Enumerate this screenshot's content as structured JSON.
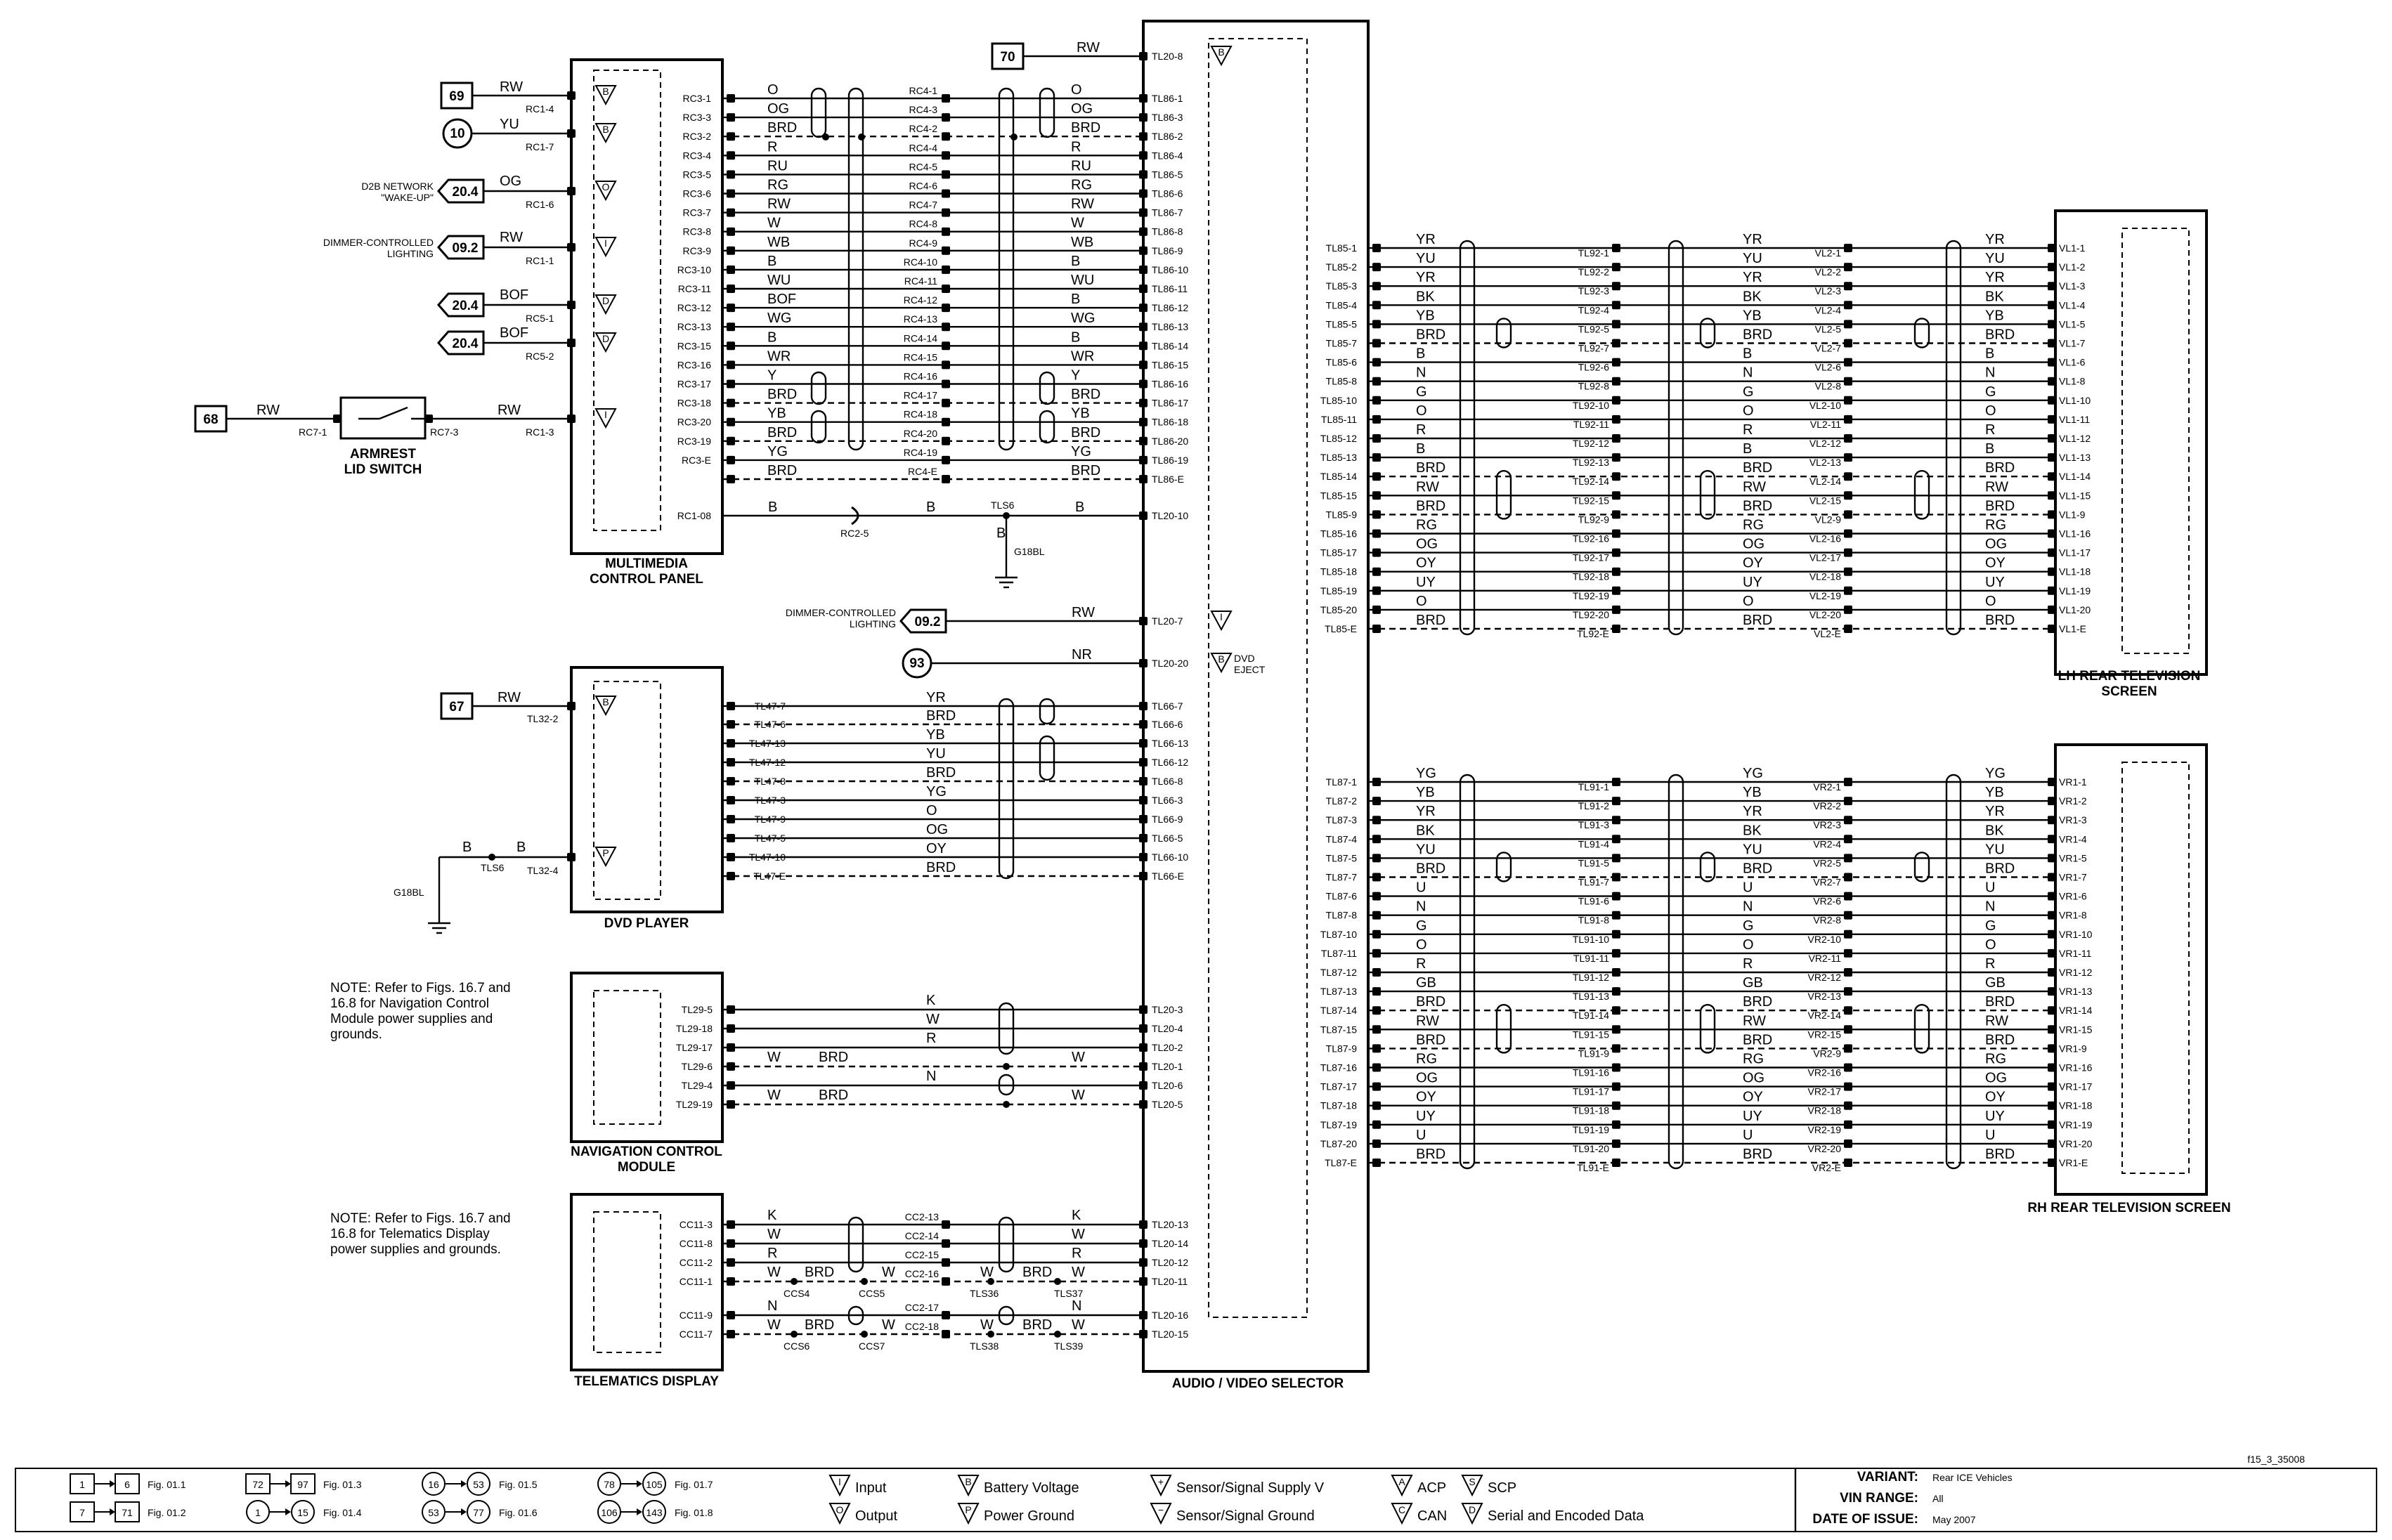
{
  "footer_code": "f15_3_35008",
  "modules": {
    "mcp": {
      "title": [
        "MULTIMEDIA",
        "CONTROL PANEL"
      ]
    },
    "dvd": {
      "title": [
        "DVD PLAYER"
      ]
    },
    "nav": {
      "title": [
        "NAVIGATION CONTROL",
        "MODULE"
      ]
    },
    "tel": {
      "title": [
        "TELEMATICS DISPLAY"
      ]
    },
    "avs": {
      "title": [
        "AUDIO / VIDEO SELECTOR"
      ]
    },
    "lh": {
      "title": [
        "LH REAR TELEVISION",
        "SCREEN"
      ]
    },
    "rh": {
      "title": [
        "RH REAR TELEVISION SCREEN"
      ]
    }
  },
  "switch_label": [
    "ARMREST",
    "LID SWITCH"
  ],
  "notes": {
    "nav": [
      "NOTE: Refer to Figs. 16.7 and",
      "16.8 for Navigation Control",
      "Module power supplies and",
      "grounds."
    ],
    "tel": [
      "NOTE: Refer to Figs. 16.7 and",
      "16.8 for Telematics Display",
      "power supplies and grounds."
    ]
  },
  "mcp_pins": [
    "RC3-1",
    "RC3-3",
    "RC3-2",
    "RC3-4",
    "RC3-5",
    "RC3-6",
    "RC3-7",
    "RC3-8",
    "RC3-9",
    "RC3-10",
    "RC3-11",
    "RC3-12",
    "RC3-13",
    "RC3-15",
    "RC3-16",
    "RC3-17",
    "RC3-18",
    "RC3-20",
    "RC3-19",
    "RC3-E"
  ],
  "mcp_colors": [
    "O",
    "OG",
    "BRD",
    "R",
    "RU",
    "RG",
    "RW",
    "W",
    "WB",
    "B",
    "WU",
    "BOF",
    "WG",
    "B",
    "WR",
    "Y",
    "BRD",
    "YB",
    "BRD",
    "YG",
    "BRD"
  ],
  "rc4_pins": [
    "RC4-1",
    "RC4-3",
    "RC4-2",
    "RC4-4",
    "RC4-5",
    "RC4-6",
    "RC4-7",
    "RC4-8",
    "RC4-9",
    "RC4-10",
    "RC4-11",
    "RC4-12",
    "RC4-13",
    "RC4-14",
    "RC4-15",
    "RC4-16",
    "RC4-17",
    "RC4-18",
    "RC4-20",
    "RC4-19",
    "RC4-E"
  ],
  "tl86_pins": [
    "TL86-1",
    "TL86-3",
    "TL86-2",
    "TL86-4",
    "TL86-5",
    "TL86-6",
    "TL86-7",
    "TL86-8",
    "TL86-9",
    "TL86-10",
    "TL86-11",
    "TL86-12",
    "TL86-13",
    "TL86-14",
    "TL86-15",
    "TL86-16",
    "TL86-17",
    "TL86-18",
    "TL86-20",
    "TL86-19",
    "TL86-E"
  ],
  "av_left_colors": [
    "O",
    "OG",
    "BRD",
    "R",
    "RU",
    "RG",
    "RW",
    "W",
    "WB",
    "B",
    "WU",
    "B",
    "WG",
    "B",
    "WR",
    "Y",
    "BRD",
    "YB",
    "BRD",
    "YG",
    "BRD"
  ],
  "mcp_inputs": [
    {
      "ref": "69",
      "color": "RW",
      "conn": "RC1-4"
    },
    {
      "ref": "10",
      "color": "YU",
      "conn": "RC1-7"
    },
    {
      "ref": "20.4",
      "color": "OG",
      "conn": "RC1-6",
      "desc": [
        "D2B NETWORK",
        "\"WAKE-UP\""
      ]
    },
    {
      "ref": "09.2",
      "color": "RW",
      "conn": "RC1-1",
      "desc": [
        "DIMMER-CONTROLLED",
        "LIGHTING"
      ]
    },
    {
      "ref": "20.4",
      "color": "BOF",
      "conn": "RC5-1"
    },
    {
      "ref": "20.4",
      "color": "BOF",
      "conn": "RC5-2"
    }
  ],
  "armrest": {
    "ref": "68",
    "color_in": "RW",
    "conn_in": "RC7-1",
    "conn_out": "RC7-3",
    "color_out": "RW",
    "conn": "RC1-3"
  },
  "ground_line": {
    "pin": "RC1-08",
    "color": "B",
    "conn": "RC2-5",
    "splice": "TLS6",
    "ground": "G18BL",
    "av_pin": "TL20-10"
  },
  "av_top": {
    "ref": "70",
    "color": "RW",
    "pin": "TL20-8"
  },
  "dimmer": {
    "desc": [
      "DIMMER-CONTROLLED",
      "LIGHTING"
    ],
    "ref": "09.2",
    "color": "RW",
    "pin": "TL20-7"
  },
  "dvd_eject": {
    "ref": "93",
    "color": "NR",
    "pin": "TL20-20",
    "label": [
      "DVD",
      "EJECT"
    ]
  },
  "dvd": {
    "ref": "67",
    "color": "RW",
    "conn": "TL32-2",
    "pins": [
      "TL47-7",
      "TL47-6",
      "TL47-13",
      "TL47-12",
      "TL47-8",
      "TL47-3",
      "TL47-9",
      "TL47-5",
      "TL47-10",
      "TL47-E"
    ],
    "colors": [
      "YR",
      "BRD",
      "YB",
      "YU",
      "BRD",
      "YG",
      "O",
      "OG",
      "OY",
      "BRD"
    ],
    "av_pins": [
      "TL66-7",
      "TL66-6",
      "TL66-13",
      "TL66-12",
      "TL66-8",
      "TL66-3",
      "TL66-9",
      "TL66-5",
      "TL66-10",
      "TL66-E"
    ],
    "gnd": {
      "color": "B",
      "splice": "TLS6",
      "conn": "TL32-4",
      "ground": "G18BL"
    }
  },
  "nav": {
    "pins": [
      "TL29-5",
      "TL29-18",
      "TL29-17",
      "TL29-6",
      "TL29-4",
      "TL29-19"
    ],
    "colors": [
      "K",
      "W",
      "R",
      "W",
      "BRD",
      "W",
      "N",
      "W",
      "BRD",
      "W"
    ],
    "av_pins": [
      "TL20-3",
      "TL20-4",
      "TL20-2",
      "TL20-1",
      "TL20-6",
      "TL20-5"
    ]
  },
  "tel": {
    "pins": [
      "CC11-3",
      "CC11-8",
      "CC11-2",
      "CC11-1",
      "CC11-9",
      "CC11-7"
    ],
    "colors": [
      "K",
      "W",
      "R",
      "W",
      "BRD",
      "W",
      "N",
      "W",
      "BRD",
      "W",
      "K",
      "W",
      "R",
      "W",
      "BRD",
      "W",
      "N",
      "W",
      "BRD",
      "W"
    ],
    "mid_pins": [
      "CC2-13",
      "CC2-14",
      "CC2-15",
      "CC2-16",
      "CC2-17",
      "CC2-18"
    ],
    "av_pins": [
      "TL20-13",
      "TL20-14",
      "TL20-12",
      "TL20-11",
      "TL20-16",
      "TL20-15"
    ],
    "splices": [
      "CCS4",
      "CCS5",
      "TLS36",
      "TLS37",
      "CCS6",
      "CCS7",
      "TLS38",
      "TLS39"
    ]
  },
  "lh": {
    "tl85": [
      "TL85-1",
      "TL85-2",
      "TL85-3",
      "TL85-4",
      "TL85-5",
      "TL85-7",
      "TL85-6",
      "TL85-8",
      "TL85-10",
      "TL85-11",
      "TL85-12",
      "TL85-13",
      "TL85-14",
      "TL85-15",
      "TL85-9",
      "TL85-16",
      "TL85-17",
      "TL85-18",
      "TL85-19",
      "TL85-20",
      "TL85-E"
    ],
    "tl92": [
      "TL92-1",
      "TL92-2",
      "TL92-3",
      "TL92-4",
      "TL92-5",
      "TL92-7",
      "TL92-6",
      "TL92-8",
      "TL92-10",
      "TL92-11",
      "TL92-12",
      "TL92-13",
      "TL92-14",
      "TL92-15",
      "TL92-9",
      "TL92-16",
      "TL92-17",
      "TL92-18",
      "TL92-19",
      "TL92-20",
      "TL92-E"
    ],
    "vl2": [
      "VL2-1",
      "VL2-2",
      "VL2-3",
      "VL2-4",
      "VL2-5",
      "VL2-7",
      "VL2-6",
      "VL2-8",
      "VL2-10",
      "VL2-11",
      "VL2-12",
      "VL2-13",
      "VL2-14",
      "VL2-15",
      "VL2-9",
      "VL2-16",
      "VL2-17",
      "VL2-18",
      "VL2-19",
      "VL2-20",
      "VL2-E"
    ],
    "vl1": [
      "VL1-1",
      "VL1-2",
      "VL1-3",
      "VL1-4",
      "VL1-5",
      "VL1-7",
      "VL1-6",
      "VL1-8",
      "VL1-10",
      "VL1-11",
      "VL1-12",
      "VL1-13",
      "VL1-14",
      "VL1-15",
      "VL1-9",
      "VL1-16",
      "VL1-17",
      "VL1-18",
      "VL1-19",
      "VL1-20",
      "VL1-E"
    ],
    "colors": [
      "YR",
      "YU",
      "YR",
      "BK",
      "YB",
      "BRD",
      "B",
      "N",
      "G",
      "O",
      "R",
      "B",
      "BRD",
      "RW",
      "BRD",
      "RG",
      "OG",
      "OY",
      "UY",
      "O",
      "BRD"
    ]
  },
  "rh": {
    "tl87": [
      "TL87-1",
      "TL87-2",
      "TL87-3",
      "TL87-4",
      "TL87-5",
      "TL87-7",
      "TL87-6",
      "TL87-8",
      "TL87-10",
      "TL87-11",
      "TL87-12",
      "TL87-13",
      "TL87-14",
      "TL87-15",
      "TL87-9",
      "TL87-16",
      "TL87-17",
      "TL87-18",
      "TL87-19",
      "TL87-20",
      "TL87-E"
    ],
    "tl91": [
      "TL91-1",
      "TL91-2",
      "TL91-3",
      "TL91-4",
      "TL91-5",
      "TL91-7",
      "TL91-6",
      "TL91-8",
      "TL91-10",
      "TL91-11",
      "TL91-12",
      "TL91-13",
      "TL91-14",
      "TL91-15",
      "TL91-9",
      "TL91-16",
      "TL91-17",
      "TL91-18",
      "TL91-19",
      "TL91-20",
      "TL91-E"
    ],
    "vr2": [
      "VR2-1",
      "VR2-2",
      "VR2-3",
      "VR2-4",
      "VR2-5",
      "VR2-7",
      "VR2-6",
      "VR2-8",
      "VR2-10",
      "VR2-11",
      "VR2-12",
      "VR2-13",
      "VR2-14",
      "VR2-15",
      "VR2-9",
      "VR2-16",
      "VR2-17",
      "VR2-18",
      "VR2-19",
      "VR2-20",
      "VR2-E"
    ],
    "vr1": [
      "VR1-1",
      "VR1-2",
      "VR1-3",
      "VR1-4",
      "VR1-5",
      "VR1-7",
      "VR1-6",
      "VR1-8",
      "VR1-10",
      "VR1-11",
      "VR1-12",
      "VR1-13",
      "VR1-14",
      "VR1-15",
      "VR1-9",
      "VR1-16",
      "VR1-17",
      "VR1-18",
      "VR1-19",
      "VR1-20",
      "VR1-E"
    ],
    "colors": [
      "YG",
      "YB",
      "YR",
      "BK",
      "YU",
      "BRD",
      "U",
      "N",
      "G",
      "O",
      "R",
      "GB",
      "BRD",
      "RW",
      "BRD",
      "RG",
      "OG",
      "OY",
      "UY",
      "U",
      "BRD"
    ]
  },
  "fig_refs": [
    {
      "from": "1",
      "to": "6",
      "fig": "Fig. 01.1",
      "shape": "box"
    },
    {
      "from": "7",
      "to": "71",
      "fig": "Fig. 01.2",
      "shape": "box"
    },
    {
      "from": "72",
      "to": "97",
      "fig": "Fig. 01.3",
      "shape": "box"
    },
    {
      "from": "1",
      "to": "15",
      "fig": "Fig. 01.4",
      "shape": "circle"
    },
    {
      "from": "16",
      "to": "53",
      "fig": "Fig. 01.5",
      "shape": "circle"
    },
    {
      "from": "53",
      "to": "77",
      "fig": "Fig. 01.6",
      "shape": "circle"
    },
    {
      "from": "78",
      "to": "105",
      "fig": "Fig. 01.7",
      "shape": "circle"
    },
    {
      "from": "106",
      "to": "143",
      "fig": "Fig. 01.8",
      "shape": "circle"
    }
  ],
  "symbols": [
    {
      "code": "I",
      "label": "Input"
    },
    {
      "code": "O",
      "label": "Output"
    },
    {
      "code": "B",
      "label": "Battery Voltage"
    },
    {
      "code": "P",
      "label": "Power Ground"
    },
    {
      "code": "+",
      "label": "Sensor/Signal Supply V"
    },
    {
      "code": "−",
      "label": "Sensor/Signal Ground"
    },
    {
      "code": "A",
      "label": "ACP"
    },
    {
      "code": "C",
      "label": "CAN"
    },
    {
      "code": "S",
      "label": "SCP"
    },
    {
      "code": "D",
      "label": "Serial and Encoded Data"
    }
  ],
  "info": {
    "variant_label": "VARIANT:",
    "variant": "Rear ICE Vehicles",
    "vin_label": "VIN RANGE:",
    "vin": "All",
    "date_label": "DATE OF ISSUE:",
    "date": "May 2007"
  }
}
